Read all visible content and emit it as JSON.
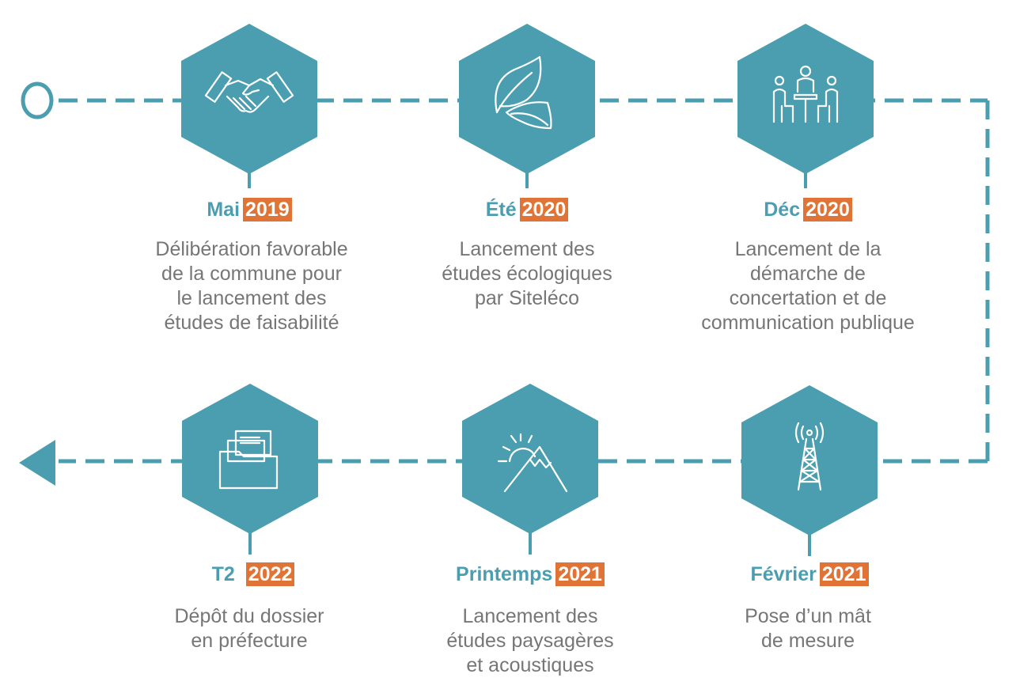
{
  "colors": {
    "accent": "#4a9eb0",
    "year_highlight": "#e07336",
    "description_text": "#767676",
    "icon_stroke": "#ffffff"
  },
  "steps": [
    {
      "month": "Mai",
      "year": "2019",
      "icon": "handshake-icon",
      "description": "Délibération favorable\nde la commune pour\nle lancement des\nétudes de faisabilité"
    },
    {
      "month": "Été",
      "year": "2020",
      "icon": "leaves-icon",
      "description": "Lancement des\nétudes écologiques\npar Siteléco"
    },
    {
      "month": "Déc",
      "year": "2020",
      "icon": "meeting-icon",
      "description": "Lancement de la\ndémarche de\nconcertation et de\ncommunication publique"
    },
    {
      "month": "Février",
      "year": "2021",
      "icon": "antenna-mast-icon",
      "description": "Pose d’un mât\nde mesure"
    },
    {
      "month": "Printemps",
      "year": "2021",
      "icon": "landscape-icon",
      "description": "Lancement des\nétudes paysagères\net acoustiques"
    },
    {
      "month": "T2",
      "year": "2022",
      "icon": "folder-icon",
      "description": "Dépôt du dossier\nen préfecture"
    }
  ]
}
